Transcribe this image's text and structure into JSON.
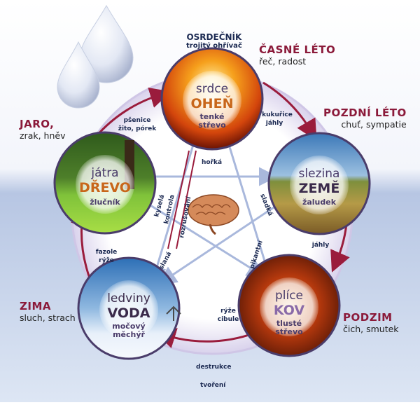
{
  "top": {
    "title": "OSRDEČNÍK",
    "subtitle": "trojitý ohřívač"
  },
  "seasons": {
    "early_summer": {
      "name": "ČASNÉ LÉTO",
      "senses": "řeč, radost"
    },
    "late_summer": {
      "name": "POZDNÍ LÉTO",
      "senses": "chuť, sympatie"
    },
    "spring": {
      "name": "JARO,",
      "senses": "zrak, hněv"
    },
    "winter": {
      "name": "ZIMA",
      "senses": "sluch, strach"
    },
    "autumn": {
      "name": "PODZIM",
      "senses": "čich, smutek"
    }
  },
  "elements": {
    "fire": {
      "organ": "srdce",
      "element": "OHEŇ",
      "pair1": "tenké",
      "pair2": "střevo"
    },
    "earth": {
      "organ": "slezina",
      "element": "ZEMĚ",
      "pair1": "žaludek",
      "pair2": ""
    },
    "wood": {
      "organ": "játra",
      "element": "DŘEVO",
      "pair1": "žlučník",
      "pair2": ""
    },
    "water": {
      "organ": "ledviny",
      "element": "VODA",
      "pair1": "močový",
      "pair2": "měchýř"
    },
    "metal": {
      "organ": "plíce",
      "element": "KOV",
      "pair1": "tlusté",
      "pair2": "střevo"
    }
  },
  "foods": {
    "wood_fire": {
      "line1": "pšenice",
      "line2": "žito, pórek"
    },
    "fire_earth": {
      "line1": "kukuřice",
      "line2": "jáhly"
    },
    "earth_metal": {
      "line1": "jáhly",
      "line2": ""
    },
    "metal_water": {
      "line1": "rýže",
      "line2": "cibule"
    },
    "water_wood": {
      "line1": "fazole",
      "line2": "rýže"
    }
  },
  "tastes": {
    "fire": "hořká",
    "earth": "sladká",
    "metal": "pikantní",
    "water": "slaná",
    "wood": "kyselá"
  },
  "cycles": {
    "destroy": "destrukce",
    "create": "tvoření",
    "control": "kontrola",
    "suppress": "rozrušování"
  },
  "colors": {
    "season": "#8b1a3a",
    "arrow": "#9a1c3c",
    "star": "#a9b8dc",
    "ring": "#e4dff0"
  }
}
